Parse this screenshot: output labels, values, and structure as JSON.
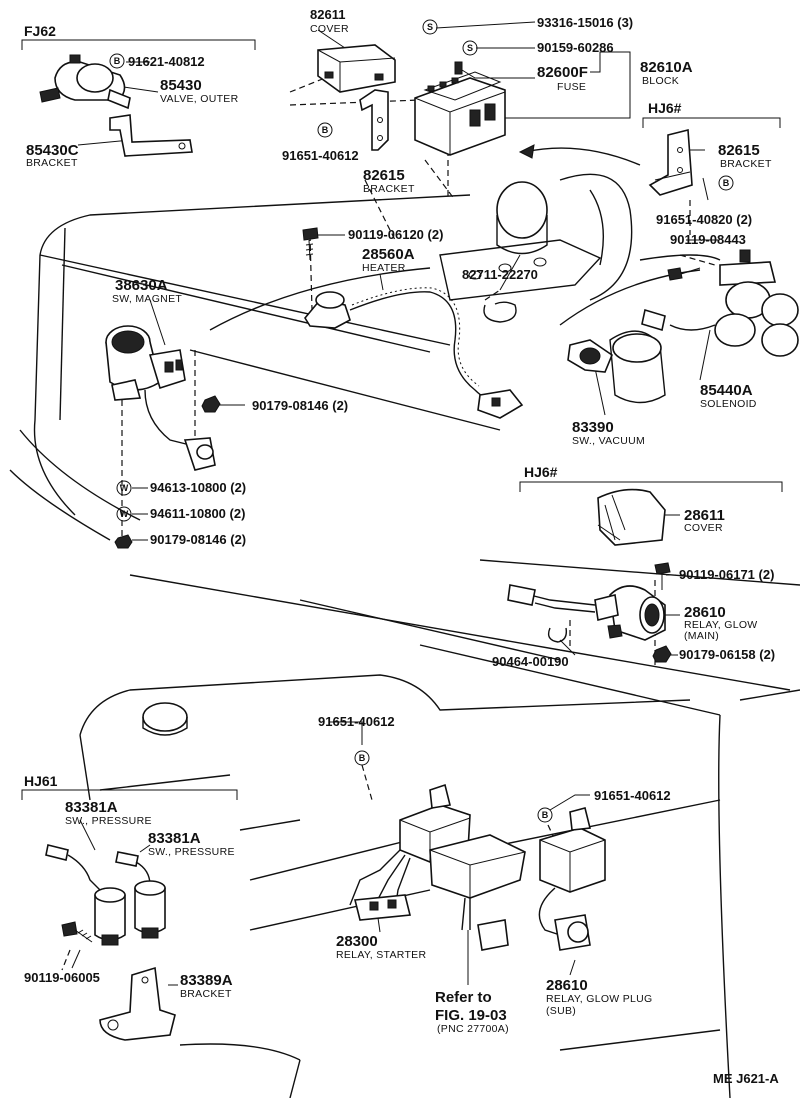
{
  "groups": {
    "fj62": "FJ62",
    "hj6_top": "HJ6#",
    "hj6_mid": "HJ6#",
    "hj61": "HJ61"
  },
  "symbols": {
    "bolt": "B",
    "screw": "S",
    "washer": "W"
  },
  "labels": {
    "p82611": {
      "num": "82611",
      "name": "COVER"
    },
    "p93316": {
      "num": "93316-15016 (3)"
    },
    "p90159": {
      "num": "90159-60286"
    },
    "p82600F": {
      "num": "82600F",
      "name": "FUSE"
    },
    "p82610A": {
      "num": "82610A",
      "name": "BLOCK"
    },
    "p91621": {
      "num": "91621-40812"
    },
    "p85430": {
      "num": "85430",
      "name": "VALVE, OUTER"
    },
    "p85430C": {
      "num": "85430C",
      "name": "BRACKET"
    },
    "p91651_top": {
      "num": "91651-40612"
    },
    "p82615_mid": {
      "num": "82615",
      "name": "BRACKET"
    },
    "p82615_right": {
      "num": "82615",
      "name": "BRACKET"
    },
    "p91651_40820": {
      "num": "91651-40820 (2)"
    },
    "p90119_08443": {
      "num": "90119-08443"
    },
    "p90119_06120": {
      "num": "90119-06120 (2)"
    },
    "p28560A": {
      "num": "28560A",
      "name": "HEATER"
    },
    "p82711": {
      "num": "82711-22270"
    },
    "p38630A": {
      "num": "38630A",
      "name": "SW, MAGNET"
    },
    "p85440A": {
      "num": "85440A",
      "name": "SOLENOID"
    },
    "p90179_08146a": {
      "num": "90179-08146 (2)"
    },
    "p83390": {
      "num": "83390",
      "name": "SW., VACUUM"
    },
    "p94613": {
      "num": "94613-10800 (2)"
    },
    "p94611": {
      "num": "94611-10800 (2)"
    },
    "p90179_08146b": {
      "num": "90179-08146 (2)"
    },
    "p28611": {
      "num": "28611",
      "name": "COVER"
    },
    "p90119_06171": {
      "num": "90119-06171 (2)"
    },
    "p28610_main": {
      "num": "28610",
      "name": "RELAY, GLOW",
      "name2": "(MAIN)"
    },
    "p90464": {
      "num": "90464-00190"
    },
    "p90179_06158": {
      "num": "90179-06158 (2)"
    },
    "p91651_mid": {
      "num": "91651-40612"
    },
    "p91651_low": {
      "num": "91651-40612"
    },
    "p83381A_1": {
      "num": "83381A",
      "name": "SW., PRESSURE"
    },
    "p83381A_2": {
      "num": "83381A",
      "name": "SW., PRESSURE"
    },
    "p28300": {
      "num": "28300",
      "name": "RELAY, STARTER"
    },
    "p90119_06005": {
      "num": "90119-06005"
    },
    "p83389A": {
      "num": "83389A",
      "name": "BRACKET"
    },
    "refer": {
      "line1": "Refer to",
      "line2": "FIG. 19-03",
      "line3": "(PNC 27700A)"
    },
    "p28610_sub": {
      "num": "28610",
      "name": "RELAY, GLOW PLUG",
      "name2": "(SUB)"
    }
  },
  "footer": {
    "code": "ME  J621-A"
  }
}
